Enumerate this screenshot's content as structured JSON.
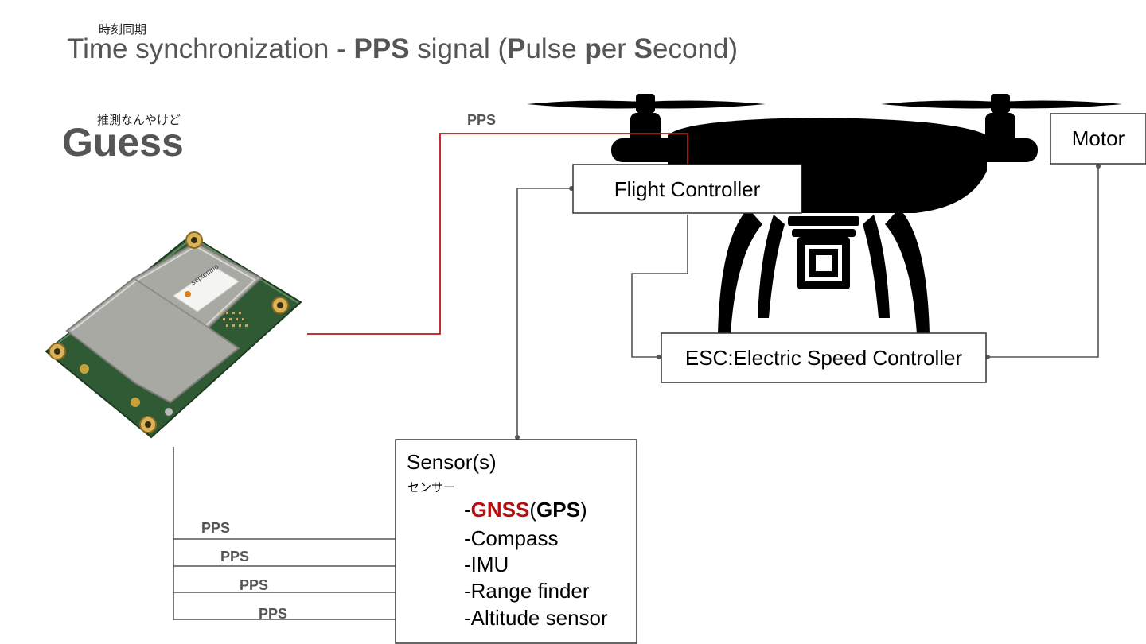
{
  "title": {
    "ruby": "時刻同期",
    "prefix": "Time synchronization - ",
    "pps": "PPS",
    "mid": " signal (",
    "p1": "P",
    "t1": "ulse ",
    "p2": "p",
    "t2": "er ",
    "p3": "S",
    "t3": "econd)"
  },
  "guess": {
    "ruby": "推測なんやけど",
    "text": "Guess"
  },
  "pps_label": "PPS",
  "flight_controller": "Flight Controller",
  "motor": "Motor",
  "esc": "ESC:Electric Speed Controller",
  "sensors": {
    "title": "Sensor(s)",
    "ruby": "センサー",
    "gnss": {
      "dash": "-",
      "gnss": "GNSS",
      "open": "(",
      "gps": "GPS",
      "close": ")"
    },
    "items": [
      "-Compass",
      "-IMU",
      "-Range finder",
      "-Altitude sensor"
    ]
  },
  "gnss_module": {
    "brand": "septentrio"
  },
  "colors": {
    "pps_line": "#c0161b",
    "wire": "#555555",
    "title": "#555555",
    "gnss_red": "#b30f0f"
  }
}
